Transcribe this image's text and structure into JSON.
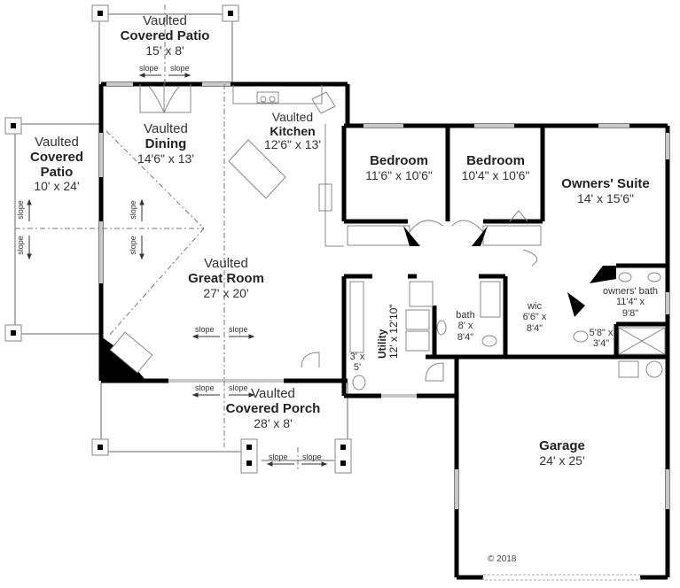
{
  "plan": {
    "rooms": {
      "patio_top": {
        "prefix": "Vaulted",
        "name": "Covered Patio",
        "dims": "15' x 8'"
      },
      "patio_left": {
        "prefix": "Vaulted",
        "name_line1": "Covered",
        "name_line2": "Patio",
        "dims": "10' x 24'"
      },
      "dining": {
        "prefix": "Vaulted",
        "name": "Dining",
        "dims": "14'6\" x 13'"
      },
      "kitchen": {
        "prefix": "Vaulted",
        "name": "Kitchen",
        "dims": "12'6\" x 13'"
      },
      "great_room": {
        "prefix": "Vaulted",
        "name": "Great Room",
        "dims": "27' x 20'"
      },
      "bedroom1": {
        "name": "Bedroom",
        "dims": "11'6\" x 10'6\""
      },
      "bedroom2": {
        "name": "Bedroom",
        "dims": "10'4\" x 10'6\""
      },
      "owners_suite": {
        "name": "Owners' Suite",
        "dims": "14' x 15'6\""
      },
      "owners_bath": {
        "name": "owners' bath",
        "dims_line1": "11'4\" x",
        "dims_line2": "9'8\""
      },
      "wc": {
        "dims_line1": "5'8\" x",
        "dims_line2": "3'4\""
      },
      "wic": {
        "name": "wic",
        "dims_line1": "6'6\" x",
        "dims_line2": "8'4\""
      },
      "bath": {
        "name": "bath",
        "dims_line1": "8' x",
        "dims_line2": "8'4\""
      },
      "utility": {
        "name": "Utility",
        "dims": "12' x 12'10\""
      },
      "powder": {
        "dims_line1": "3' x",
        "dims_line2": "5'"
      },
      "porch": {
        "prefix": "Vaulted",
        "name": "Covered Porch",
        "dims": "28' x 8'"
      },
      "garage": {
        "name": "Garage",
        "dims": "24' x 25'"
      }
    },
    "slope_label": "slope",
    "copyright": "© 2018",
    "colors": {
      "wall": "#000000",
      "window": "#c8c8c8",
      "line": "#888888",
      "background": "#ffffff"
    }
  }
}
